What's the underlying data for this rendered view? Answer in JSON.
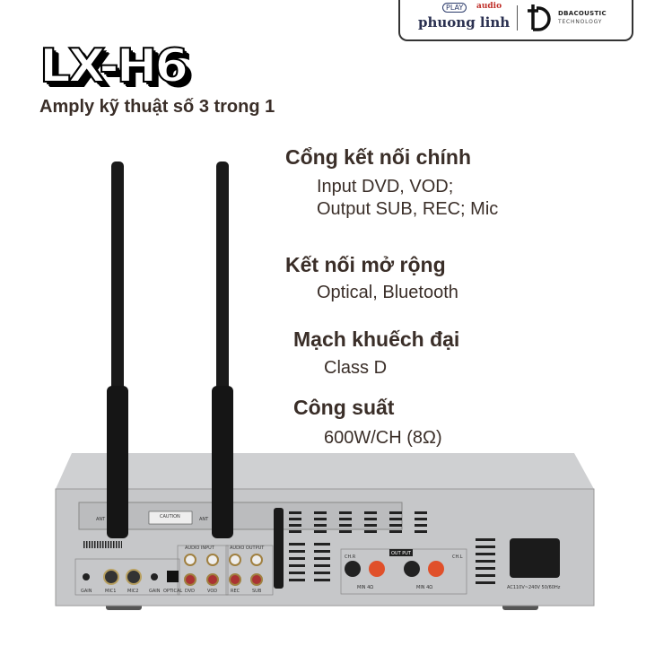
{
  "brand": {
    "play_label": "PLAY",
    "audio_label": "audio",
    "store_name": "phuong linh",
    "partner_line1": "DBACOUSTIC",
    "partner_line2": "TECHNOLOGY"
  },
  "product": {
    "model": "LX-H6",
    "subtitle": "Amply kỹ thuật số 3 trong 1"
  },
  "specs": [
    {
      "heading": "Cổng kết nối chính",
      "lines": [
        "Input DVD, VOD;",
        "Output SUB, REC; Mic"
      ]
    },
    {
      "heading": "Kết nối mở rộng",
      "lines": [
        "Optical, Bluetooth"
      ]
    },
    {
      "heading": "Mạch khuếch đại",
      "lines": [
        "Class D"
      ]
    },
    {
      "heading": "Công suất",
      "lines": [
        "600W/CH (8Ω)"
      ]
    }
  ],
  "panel": {
    "ant": "ANT",
    "caution": "CAUTION",
    "audio_input": "AUDIO INPUT",
    "audio_output": "AUDIO OUTPUT",
    "output": "OUT PUT",
    "ports": [
      "GAIN",
      "MIC1",
      "MIC2",
      "GAIN",
      "OPTICAL",
      "DVD",
      "VOD",
      "REC",
      "SUB"
    ],
    "ch_r": "CH.R",
    "ch_l": "CH.L",
    "min_ohm": "MIN 4Ω",
    "power": "AC110V~240V 50/60Hz"
  }
}
